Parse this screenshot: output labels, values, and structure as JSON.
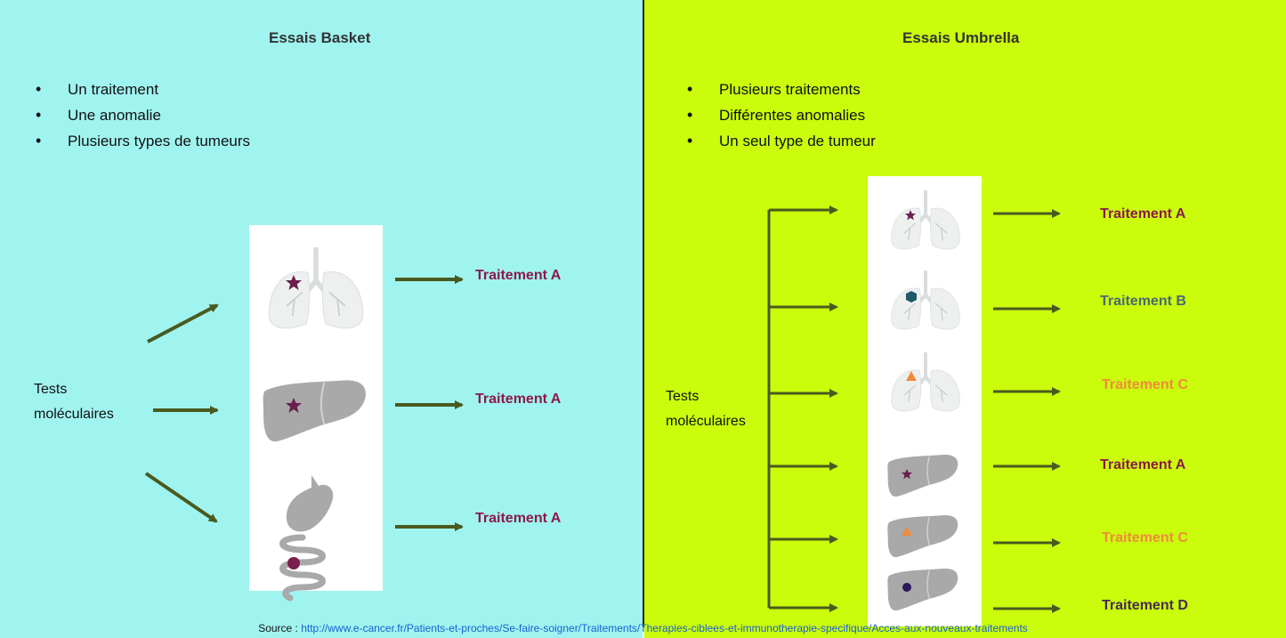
{
  "basket": {
    "title": "Essais Basket",
    "bullets": [
      "Un traitement",
      "Une anomalie",
      "Plusieurs types de tumeurs"
    ],
    "tests_label_line1": "Tests",
    "tests_label_line2": "moléculaires",
    "treatments": [
      "Traitement A",
      "Traitement A",
      "Traitement A"
    ],
    "organs": [
      {
        "organ": "lung-icon",
        "marker": "star"
      },
      {
        "organ": "liver-icon",
        "marker": "star"
      },
      {
        "organ": "stomach-intestine-icon",
        "marker": "circle"
      }
    ]
  },
  "umbrella": {
    "title": "Essais Umbrella",
    "bullets": [
      "Plusieurs traitements",
      "Différentes anomalies",
      "Un seul type de tumeur"
    ],
    "tests_label_line1": "Tests",
    "tests_label_line2": "moléculaires",
    "treatments": [
      "Traitement A",
      "Traitement B",
      "Traitement C",
      "Traitement A",
      "Traitement C",
      "Traitement D"
    ],
    "organs": [
      {
        "organ": "lung-icon",
        "marker": "star"
      },
      {
        "organ": "lung-icon",
        "marker": "hexagon"
      },
      {
        "organ": "lung-icon",
        "marker": "triangle"
      },
      {
        "organ": "liver-icon",
        "marker": "star"
      },
      {
        "organ": "liver-icon",
        "marker": "triangle"
      },
      {
        "organ": "liver-icon",
        "marker": "circle"
      }
    ]
  },
  "colors": {
    "basket_bg": "#a0f4f0",
    "umbrella_bg": "#cafc0c",
    "arrow": "#4a5a1e",
    "traitement_a": "#8b1a4a",
    "traitement_b": "#4a6a70",
    "traitement_c": "#f08a3c",
    "traitement_d": "#4a2a50"
  },
  "source": {
    "prefix": "Source : ",
    "url": "http://www.e-cancer.fr/Patients-et-proches/Se-faire-soigner/Traitements/Therapies-ciblees-et-immunotherapie-specifique/Acces-aux-nouveaux-traitements"
  }
}
